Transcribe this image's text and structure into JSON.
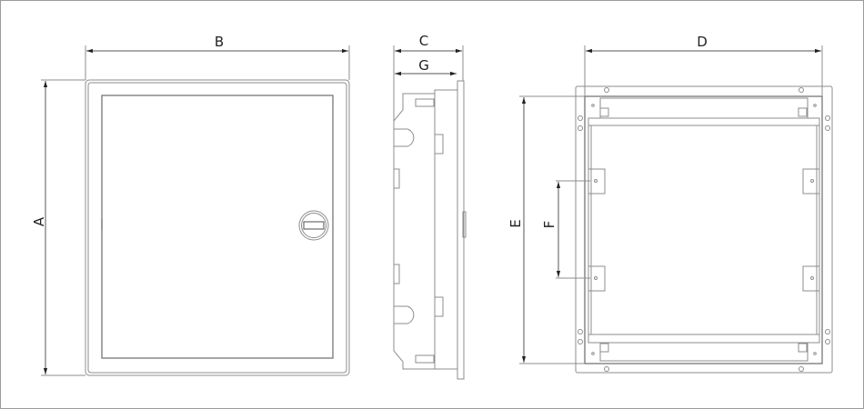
{
  "drawing": {
    "views": [
      "front-view",
      "side-view",
      "rear-view"
    ],
    "dimension_labels": {
      "A": "A",
      "B": "B",
      "C": "C",
      "D": "D",
      "E": "E",
      "F": "F",
      "G": "G"
    },
    "line_color": "#8c8c8c"
  }
}
